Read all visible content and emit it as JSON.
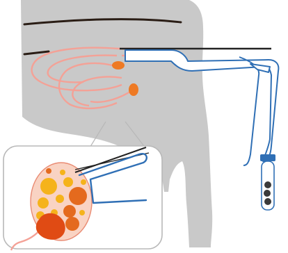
{
  "colors": {
    "background": "#ffffff",
    "cow_body": "#c9c9c9",
    "cow_leg_shadow": "#b7b7b7",
    "cow_outline": "#a9a9a9",
    "skin_fold": "#2a1d15",
    "reproductive_tract": "#f4a196",
    "ovary": "#ee7a24",
    "probe_outline": "#2f6fb5",
    "probe_fill": "#ffffff",
    "needle_line": "#222222",
    "inset_border": "#b8b8b8",
    "inset_background": "#ffffff",
    "follicle_sac": "#f9d3c3",
    "follicle_sac_outline": "#e98b73",
    "follicle_yellow": "#f5b31b",
    "follicle_orange": "#e46a1e",
    "corpus_luteum": "#e04b14",
    "tube_cap": "#2f6fb5",
    "tube_glass": "#ffffff",
    "oocyte": "#3a3a3a"
  },
  "icons": {
    "cow": "cow-silhouette-icon",
    "ovary": "ovary-icon",
    "probe": "ultrasound-probe-icon",
    "tube": "collection-tube-icon",
    "magnifier": "magnified-ovary-inset"
  },
  "follicle_count_inset": 13,
  "oocytes_in_tube": 3
}
